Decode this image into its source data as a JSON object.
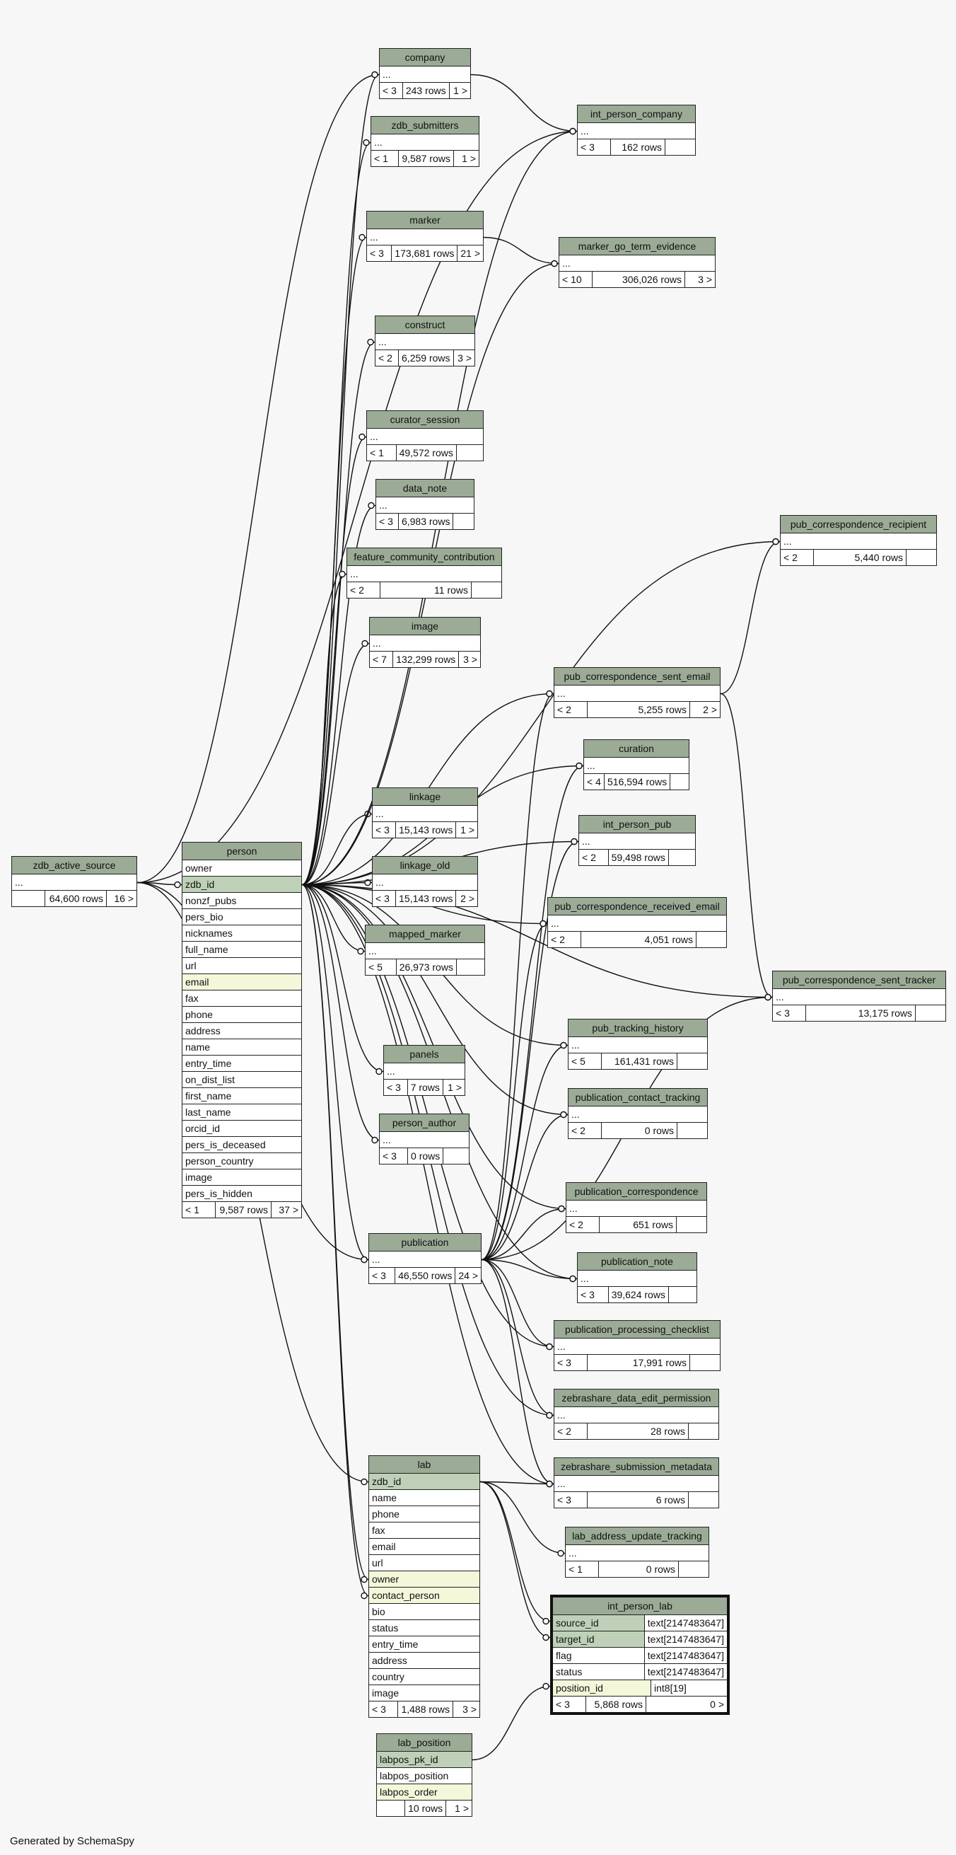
{
  "footer": "Generated by SchemaSpy",
  "tables": [
    {
      "id": "company",
      "title": "company",
      "rows": [
        {
          "t": "..."
        }
      ],
      "footer": [
        "< 3",
        "243 rows",
        "1 >"
      ]
    },
    {
      "id": "zdb_submitters",
      "title": "zdb_submitters",
      "rows": [
        {
          "t": "..."
        }
      ],
      "footer": [
        "< 1",
        "9,587 rows",
        "1 >"
      ]
    },
    {
      "id": "marker",
      "title": "marker",
      "rows": [
        {
          "t": "..."
        }
      ],
      "footer": [
        "< 3",
        "173,681 rows",
        "21 >"
      ]
    },
    {
      "id": "construct",
      "title": "construct",
      "rows": [
        {
          "t": "..."
        }
      ],
      "footer": [
        "< 2",
        "6,259 rows",
        "3 >"
      ]
    },
    {
      "id": "curator_session",
      "title": "curator_session",
      "rows": [
        {
          "t": "..."
        }
      ],
      "footer": [
        "< 1",
        "49,572 rows",
        ""
      ]
    },
    {
      "id": "data_note",
      "title": "data_note",
      "rows": [
        {
          "t": "..."
        }
      ],
      "footer": [
        "< 3",
        "6,983 rows",
        ""
      ]
    },
    {
      "id": "feature_community_contribution",
      "title": "feature_community_contribution",
      "rows": [
        {
          "t": "..."
        }
      ],
      "footer": [
        "< 2",
        "11 rows",
        ""
      ]
    },
    {
      "id": "image",
      "title": "image",
      "rows": [
        {
          "t": "..."
        }
      ],
      "footer": [
        "< 7",
        "132,299 rows",
        "3 >"
      ]
    },
    {
      "id": "linkage",
      "title": "linkage",
      "rows": [
        {
          "t": "..."
        }
      ],
      "footer": [
        "< 3",
        "15,143 rows",
        "1 >"
      ]
    },
    {
      "id": "linkage_old",
      "title": "linkage_old",
      "rows": [
        {
          "t": "..."
        }
      ],
      "footer": [
        "< 3",
        "15,143 rows",
        "2 >"
      ]
    },
    {
      "id": "mapped_marker",
      "title": "mapped_marker",
      "rows": [
        {
          "t": "..."
        }
      ],
      "footer": [
        "< 5",
        "26,973 rows",
        ""
      ]
    },
    {
      "id": "panels",
      "title": "panels",
      "rows": [
        {
          "t": "..."
        }
      ],
      "footer": [
        "< 3",
        "7 rows",
        "1 >"
      ]
    },
    {
      "id": "person_author",
      "title": "person_author",
      "rows": [
        {
          "t": "..."
        }
      ],
      "footer": [
        "< 3",
        "0 rows",
        ""
      ]
    },
    {
      "id": "publication",
      "title": "publication",
      "rows": [
        {
          "t": "..."
        }
      ],
      "footer": [
        "< 3",
        "46,550 rows",
        "24 >"
      ]
    },
    {
      "id": "zdb_active_source",
      "title": "zdb_active_source",
      "rows": [
        {
          "t": "..."
        }
      ],
      "footer": [
        "",
        "64,600 rows",
        "16 >"
      ]
    },
    {
      "id": "person",
      "title": "person",
      "rows": [
        {
          "t": "owner"
        },
        {
          "t": "zdb_id",
          "k": "pk"
        },
        {
          "t": "nonzf_pubs"
        },
        {
          "t": "pers_bio"
        },
        {
          "t": "nicknames"
        },
        {
          "t": "full_name"
        },
        {
          "t": "url"
        },
        {
          "t": "email",
          "k": "fk"
        },
        {
          "t": "fax"
        },
        {
          "t": "phone"
        },
        {
          "t": "address"
        },
        {
          "t": "name"
        },
        {
          "t": "entry_time"
        },
        {
          "t": "on_dist_list"
        },
        {
          "t": "first_name"
        },
        {
          "t": "last_name"
        },
        {
          "t": "orcid_id"
        },
        {
          "t": "pers_is_deceased"
        },
        {
          "t": "person_country"
        },
        {
          "t": "image"
        },
        {
          "t": "pers_is_hidden"
        }
      ],
      "footer": [
        "< 1",
        "9,587 rows",
        "37 >"
      ]
    },
    {
      "id": "int_person_company",
      "title": "int_person_company",
      "rows": [
        {
          "t": "..."
        }
      ],
      "footer": [
        "< 3",
        "162 rows",
        ""
      ]
    },
    {
      "id": "marker_go_term_evidence",
      "title": "marker_go_term_evidence",
      "rows": [
        {
          "t": "..."
        }
      ],
      "footer": [
        "< 10",
        "306,026 rows",
        "3 >"
      ]
    },
    {
      "id": "pub_correspondence_recipient",
      "title": "pub_correspondence_recipient",
      "rows": [
        {
          "t": "..."
        }
      ],
      "footer": [
        "< 2",
        "5,440 rows",
        ""
      ]
    },
    {
      "id": "pub_correspondence_sent_email",
      "title": "pub_correspondence_sent_email",
      "rows": [
        {
          "t": "..."
        }
      ],
      "footer": [
        "< 2",
        "5,255 rows",
        "2 >"
      ]
    },
    {
      "id": "curation",
      "title": "curation",
      "rows": [
        {
          "t": "..."
        }
      ],
      "footer": [
        "< 4",
        "516,594 rows",
        ""
      ]
    },
    {
      "id": "int_person_pub",
      "title": "int_person_pub",
      "rows": [
        {
          "t": "..."
        }
      ],
      "footer": [
        "< 2",
        "59,498 rows",
        ""
      ]
    },
    {
      "id": "pub_correspondence_received_email",
      "title": "pub_correspondence_received_email",
      "rows": [
        {
          "t": "..."
        }
      ],
      "footer": [
        "< 2",
        "4,051 rows",
        ""
      ]
    },
    {
      "id": "pub_correspondence_sent_tracker",
      "title": "pub_correspondence_sent_tracker",
      "rows": [
        {
          "t": "..."
        }
      ],
      "footer": [
        "< 3",
        "13,175 rows",
        ""
      ]
    },
    {
      "id": "pub_tracking_history",
      "title": "pub_tracking_history",
      "rows": [
        {
          "t": "..."
        }
      ],
      "footer": [
        "< 5",
        "161,431 rows",
        ""
      ]
    },
    {
      "id": "publication_contact_tracking",
      "title": "publication_contact_tracking",
      "rows": [
        {
          "t": "..."
        }
      ],
      "footer": [
        "< 2",
        "0 rows",
        ""
      ]
    },
    {
      "id": "publication_correspondence",
      "title": "publication_correspondence",
      "rows": [
        {
          "t": "..."
        }
      ],
      "footer": [
        "< 2",
        "651 rows",
        ""
      ]
    },
    {
      "id": "publication_note",
      "title": "publication_note",
      "rows": [
        {
          "t": "..."
        }
      ],
      "footer": [
        "< 3",
        "39,624 rows",
        ""
      ]
    },
    {
      "id": "publication_processing_checklist",
      "title": "publication_processing_checklist",
      "rows": [
        {
          "t": "..."
        }
      ],
      "footer": [
        "< 3",
        "17,991 rows",
        ""
      ]
    },
    {
      "id": "zebrashare_data_edit_permission",
      "title": "zebrashare_data_edit_permission",
      "rows": [
        {
          "t": "..."
        }
      ],
      "footer": [
        "< 2",
        "28 rows",
        ""
      ]
    },
    {
      "id": "zebrashare_submission_metadata",
      "title": "zebrashare_submission_metadata",
      "rows": [
        {
          "t": "..."
        }
      ],
      "footer": [
        "< 3",
        "6 rows",
        ""
      ]
    },
    {
      "id": "lab_address_update_tracking",
      "title": "lab_address_update_tracking",
      "rows": [
        {
          "t": "..."
        }
      ],
      "footer": [
        "< 1",
        "0 rows",
        ""
      ]
    },
    {
      "id": "lab",
      "title": "lab",
      "rows": [
        {
          "t": "zdb_id",
          "k": "pk"
        },
        {
          "t": "name"
        },
        {
          "t": "phone"
        },
        {
          "t": "fax"
        },
        {
          "t": "email"
        },
        {
          "t": "url"
        },
        {
          "t": "owner",
          "k": "fk"
        },
        {
          "t": "contact_person",
          "k": "fk"
        },
        {
          "t": "bio"
        },
        {
          "t": "status"
        },
        {
          "t": "entry_time"
        },
        {
          "t": "address"
        },
        {
          "t": "country"
        },
        {
          "t": "image"
        }
      ],
      "footer": [
        "< 3",
        "1,488 rows",
        "3 >"
      ]
    },
    {
      "id": "lab_position",
      "title": "lab_position",
      "rows": [
        {
          "t": "labpos_pk_id",
          "k": "pk"
        },
        {
          "t": "labpos_position"
        },
        {
          "t": "labpos_order",
          "k": "fk"
        }
      ],
      "footer": [
        "",
        "10 rows",
        "1 >"
      ]
    },
    {
      "id": "int_person_lab",
      "title": "int_person_lab",
      "focus": true,
      "rows": [
        {
          "t": "source_id",
          "k": "pk",
          "type": "text[2147483647]"
        },
        {
          "t": "target_id",
          "k": "pk",
          "type": "text[2147483647]"
        },
        {
          "t": "flag",
          "type": "text[2147483647]"
        },
        {
          "t": "status",
          "type": "text[2147483647]"
        },
        {
          "t": "position_id",
          "k": "fk",
          "type": "int8[19]"
        }
      ],
      "footer": [
        "< 3",
        "5,868 rows",
        "0 >"
      ]
    }
  ]
}
